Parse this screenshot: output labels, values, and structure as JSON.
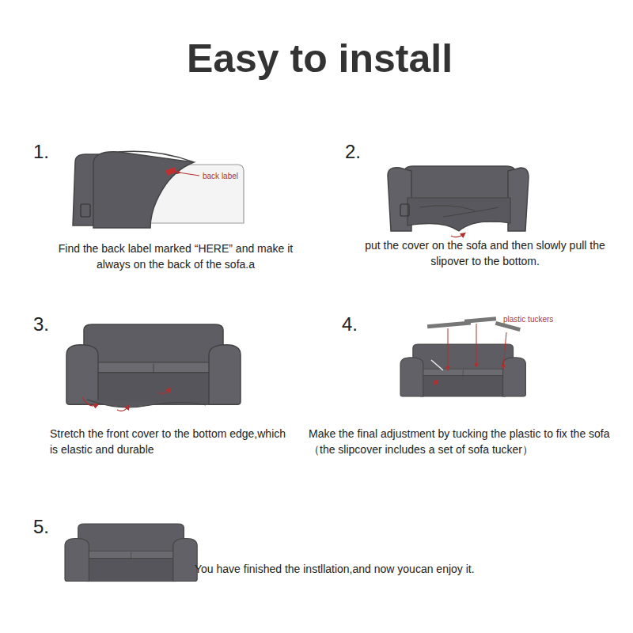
{
  "diagram": {
    "title": "Easy to install",
    "labels": [
      "1.",
      "back label",
      "Find the back label marked “HERE” and make it always on the back of the sofa.a",
      "2.",
      "put the cover on the sofa and then slowly pull the slipover to the bottom.",
      "3.",
      "Stretch the front cover to the bottom edge,which is elastic and durable",
      "4.",
      "plastic tuckers",
      "Make the final adjustment by tucking the plastic to fix the sofa（the slipcover includes a set of sofa tucker）",
      "5.",
      "You have finished the instllation,and now youcan enjoy it."
    ]
  }
}
